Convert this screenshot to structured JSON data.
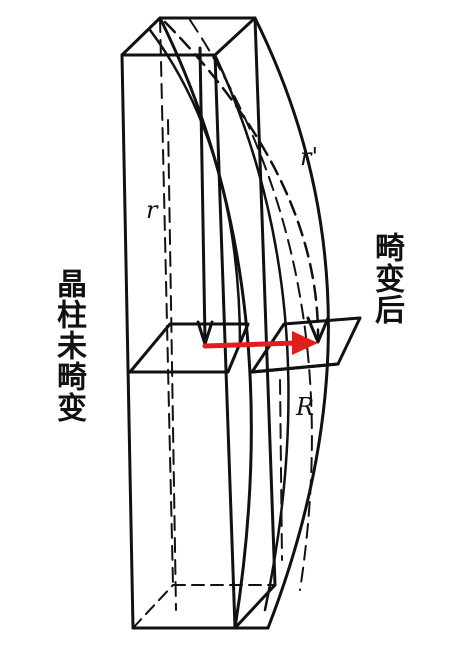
{
  "labels": {
    "left_vertical": "晶柱未畸变",
    "right_vertical": "畸变后",
    "r": "r",
    "r_prime": "r'",
    "R": "R"
  },
  "colors": {
    "line": "#111111",
    "arrow": "#e01e1e"
  }
}
